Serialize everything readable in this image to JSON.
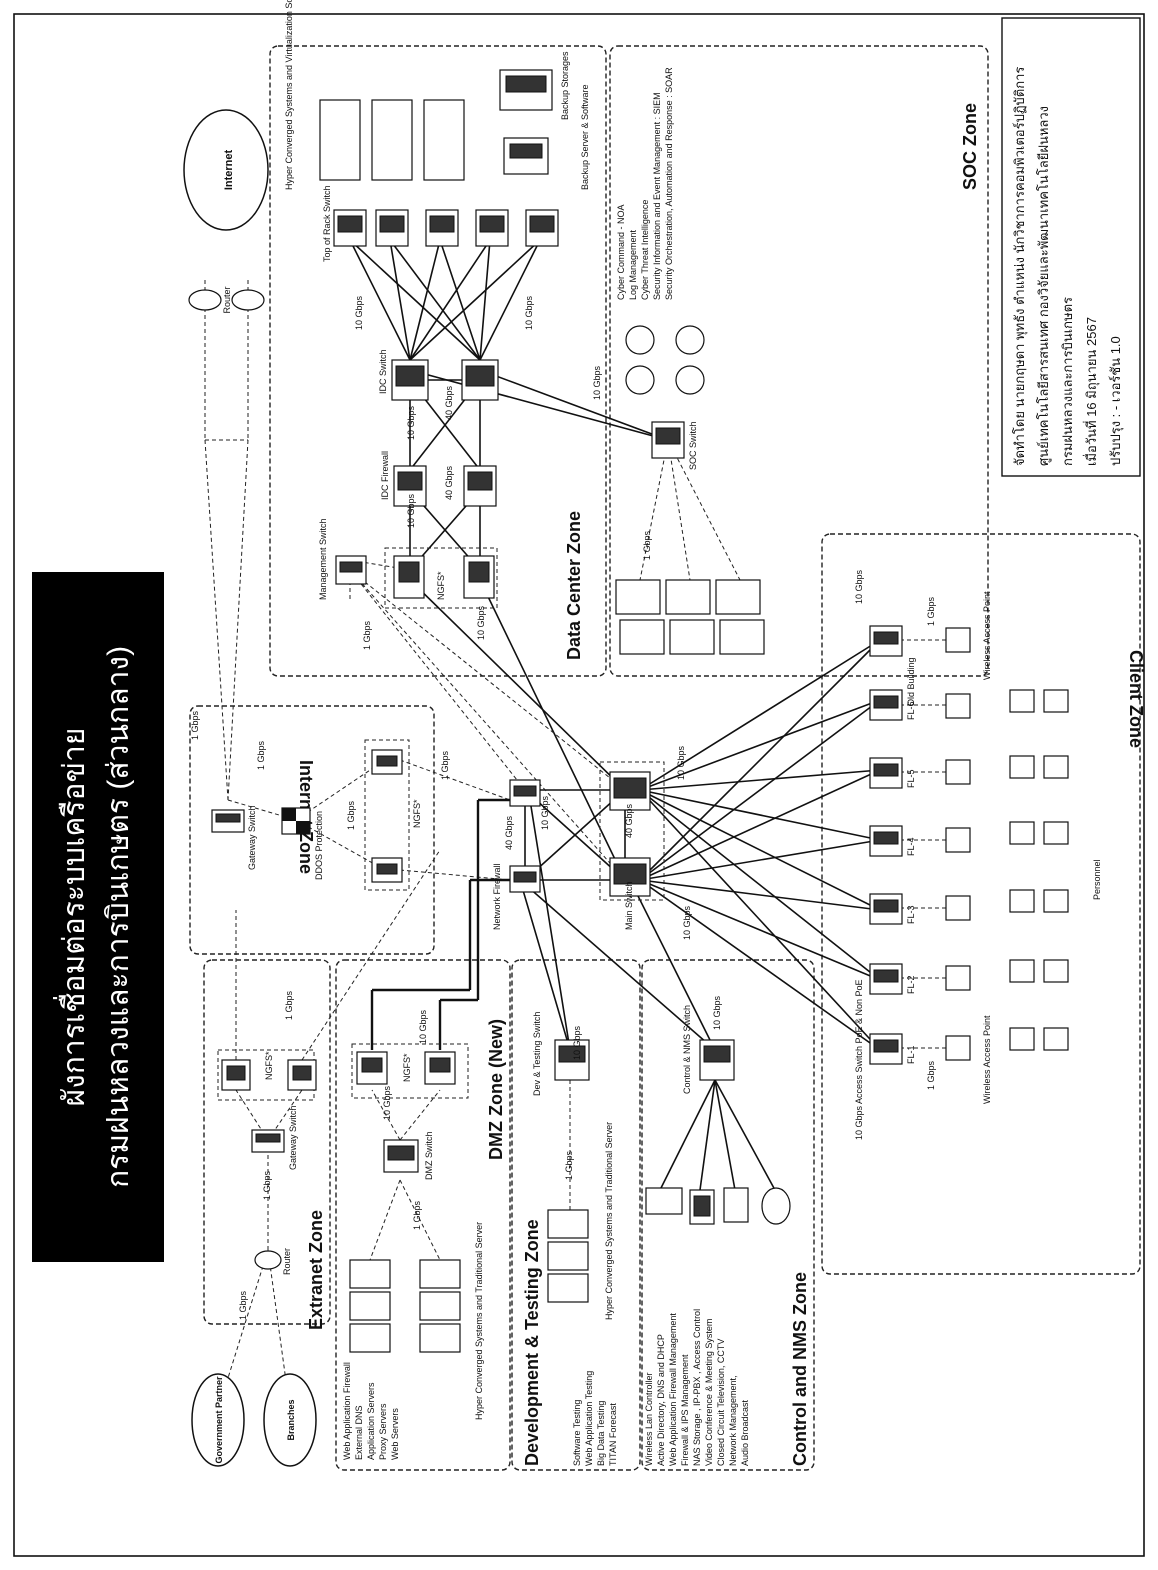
{
  "title": {
    "line1": "ผังการเชื่อมต่อระบบเครือข่าย",
    "line2": "กรมฝนหลวงและการบินเกษตร (ส่วนกลาง)"
  },
  "credit": {
    "line1": "จัดทำโดย นายกฤษดา พุทธัง ตำแหน่ง นักวิชาการคอมพิวเตอร์ปฏิบัติการ",
    "line2": "ศูนย์เทคโนโลยีสารสนเทศ กองวิจัยและพัฒนาเทคโนโลยีฝนหลวง",
    "line3": "กรมฝนหลวงและการบินเกษตร",
    "line4": "เมื่อวันที่ 16 มิถุนายน 2567",
    "line5": "ปรับปรุง : - เวอร์ชัน 1.0"
  },
  "zones": {
    "internet": "Internet Zone",
    "extranet": "Extranet Zone",
    "dmz": "DMZ Zone (New)",
    "dev": "Development & Testing Zone",
    "control": "Control and NMS Zone",
    "datacenter": "Data Center Zone",
    "soc": "SOC Zone",
    "client": "Client Zone"
  },
  "nodes": {
    "internet_cloud": "Internet",
    "router": "Router",
    "gov": "Government Partner",
    "branches": "Branches",
    "inet_gw": "Gateway Switch",
    "ddos": "DDOS Protection",
    "ngfw": "NGFS*",
    "ext_router": "Router",
    "ext_gw": "Gateway Switch",
    "dmz_switch": "DMZ Switch",
    "dmz_servers": "Hyper Converged Systems and Traditional Server",
    "dev_switch": "Dev & Testing Switch",
    "dev_servers": "Hyper Converged Systems and Traditional Server",
    "ctrl_switch": "Control & NMS Switch",
    "net_fw": "Network Firewall",
    "main_switch": "Main Switch",
    "mgmt_switch": "Management Switch",
    "idc_fw": "IDC Firewall",
    "idc_switch": "IDC Switch",
    "tor_switch": "Top of Rack Switch",
    "hci": "Hyper Converged Systems and Virtualization Software",
    "backup_server": "Backup Server & Software",
    "backup_storage": "Backup Storages",
    "soc_switch": "SOC Switch",
    "access_switch": "Access Switch PoE & Non PoE",
    "wap": "Wireless Access Point",
    "old_building": "Old Building",
    "personnel": "Personnel"
  },
  "floors": [
    "FL-1",
    "FL-2",
    "FL-3",
    "FL-4",
    "FL-5",
    "FL-6"
  ],
  "speeds": {
    "g1": "1 Gbps",
    "g10": "10 Gbps",
    "g40": "40 Gbps"
  },
  "lists": {
    "dmz": [
      "Web Application Firewall",
      "External DNS",
      "Application Servers",
      "Proxy Servers",
      "Web Servers"
    ],
    "dev": [
      "Software Testing",
      "Web Application Testing",
      "Big Data Testing",
      "TITAN Forecast"
    ],
    "control": [
      "Wireless Lan Controller",
      "Active Directory, DNS and DHCP",
      "Web Application Firewall Management",
      "Firewall & IPS Management",
      "NAS Storage , IP-PBX , Access Control",
      "Video Conference & Meeting System",
      "Closed Circuit Television, CCTV",
      "Network Management,",
      "Audio Broadcast"
    ],
    "soc": [
      "Cyber Command - NOA",
      "Log Management",
      "Cyber Threat Intelligence",
      "Security Information and Event Management : SIEM",
      "Security Orchestration, Automation and Response : SOAR"
    ]
  },
  "colors": {
    "title_bg": "#000000",
    "title_fg": "#ffffff",
    "line": "#111111"
  }
}
